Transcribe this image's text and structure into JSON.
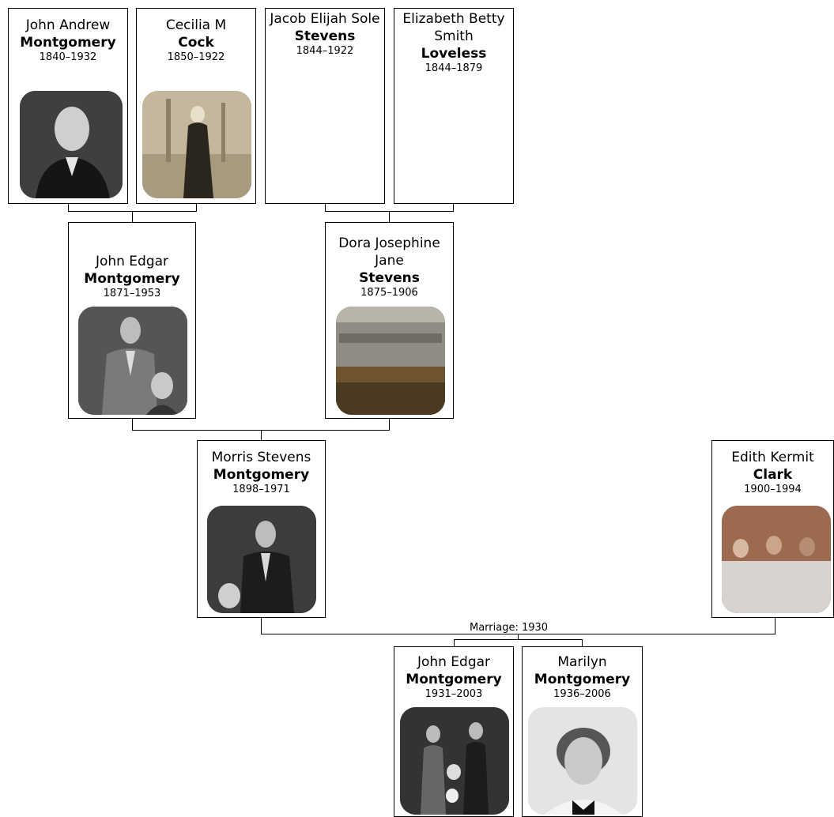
{
  "people": {
    "p1": {
      "given": "John Andrew",
      "surname": "Montgomery",
      "years": "1840–1932"
    },
    "p2": {
      "given": "Cecilia M",
      "surname": "Cock",
      "years": "1850–1922"
    },
    "p3": {
      "given": "Jacob Elijah Sole",
      "surname": "Stevens",
      "years": "1844–1922"
    },
    "p4": {
      "given": "Elizabeth Betty Smith",
      "surname": "Loveless",
      "years": "1844–1879"
    },
    "p5": {
      "given": "John Edgar",
      "surname": "Montgomery",
      "years": "1871–1953"
    },
    "p6": {
      "given": "Dora Josephine Jane",
      "surname": "Stevens",
      "years": "1875–1906"
    },
    "p7": {
      "given": "Morris Stevens",
      "surname": "Montgomery",
      "years": "1898–1971"
    },
    "p8": {
      "given": "Edith Kermit",
      "surname": "Clark",
      "years": "1900–1994"
    },
    "p9": {
      "given": "John Edgar",
      "surname": "Montgomery",
      "years": "1931–2003"
    },
    "p10": {
      "given": "Marilyn",
      "surname": "Montgomery",
      "years": "1936–2006"
    }
  },
  "marriage_label": "Marriage: 1930"
}
